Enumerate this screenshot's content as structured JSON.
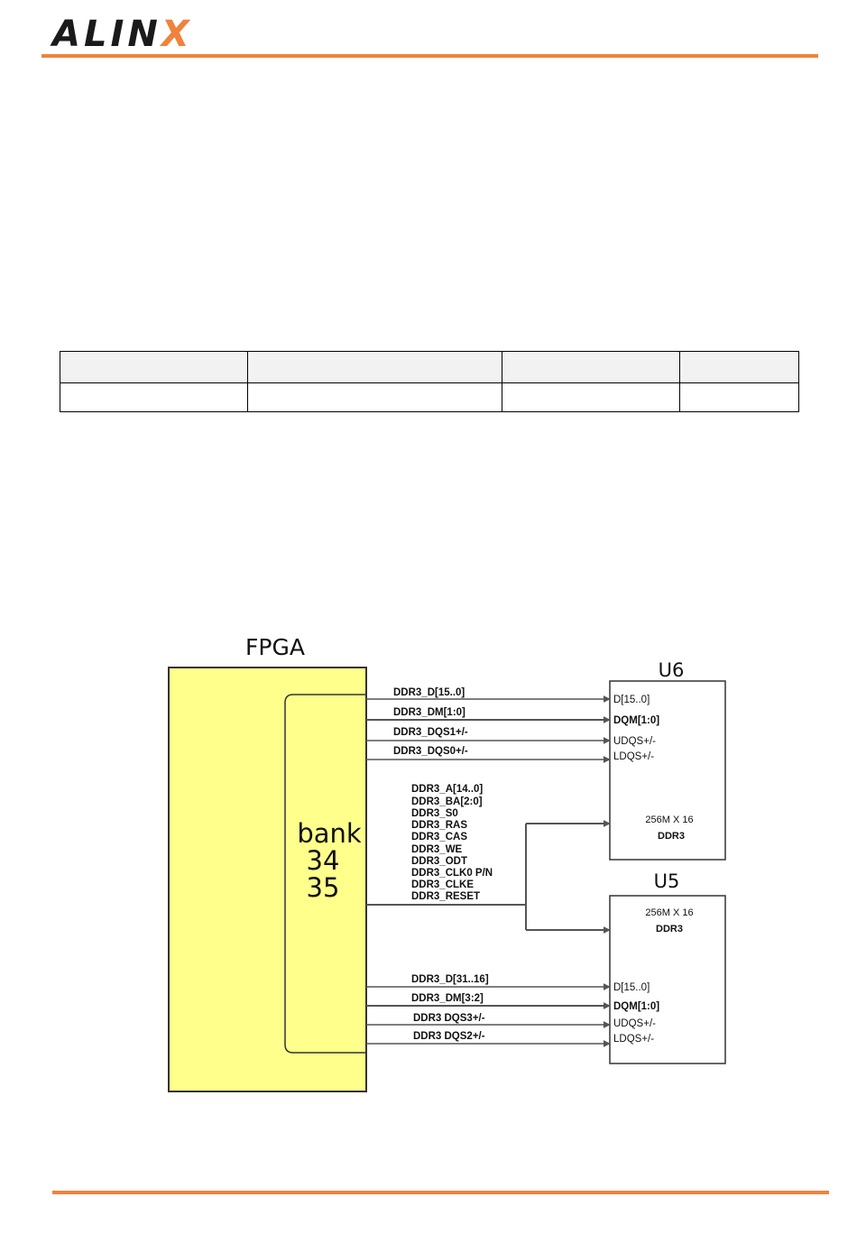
{
  "header": {
    "logo_text_main": "ALIN",
    "logo_text_accent": "X",
    "rule_color": "#F0823C"
  },
  "table": {
    "header_cells": [
      "",
      "",
      "",
      ""
    ],
    "rows": [
      [
        "",
        "",
        "",
        ""
      ]
    ]
  },
  "diagram": {
    "fpga_label": "FPGA",
    "fpga_fill": "#FFFF8C",
    "bank_label_line1": "bank",
    "bank_label_line2": "34",
    "bank_label_line3": "35",
    "u6_label": "U6",
    "u5_label": "U5",
    "top_signals": [
      "DDR3_D[15..0]",
      "DDR3_DM[1:0]",
      "DDR3_DQS1+/-",
      "DDR3_DQS0+/-"
    ],
    "shared_signals": [
      "DDR3_A[14..0]",
      "DDR3_BA[2:0]",
      "DDR3_S0",
      "DDR3_RAS",
      "DDR3_CAS",
      "DDR3_WE",
      "DDR3_ODT",
      "DDR3_CLK0  P/N",
      "DDR3_CLKE",
      "DDR3_RESET"
    ],
    "bottom_signals": [
      "DDR3_D[31..16]",
      "DDR3_DM[3:2]",
      "DDR3  DQS3+/-",
      "DDR3  DQS2+/-"
    ],
    "u6_pins": [
      "D[15..0]",
      "DQM[1:0]",
      "UDQS+/-",
      "LDQS+/-"
    ],
    "u5_pins": [
      "D[15..0]",
      "DQM[1:0]",
      "UDQS+/-",
      "LDQS+/-"
    ],
    "chip_size": "256M X 16",
    "chip_type": "DDR3"
  }
}
